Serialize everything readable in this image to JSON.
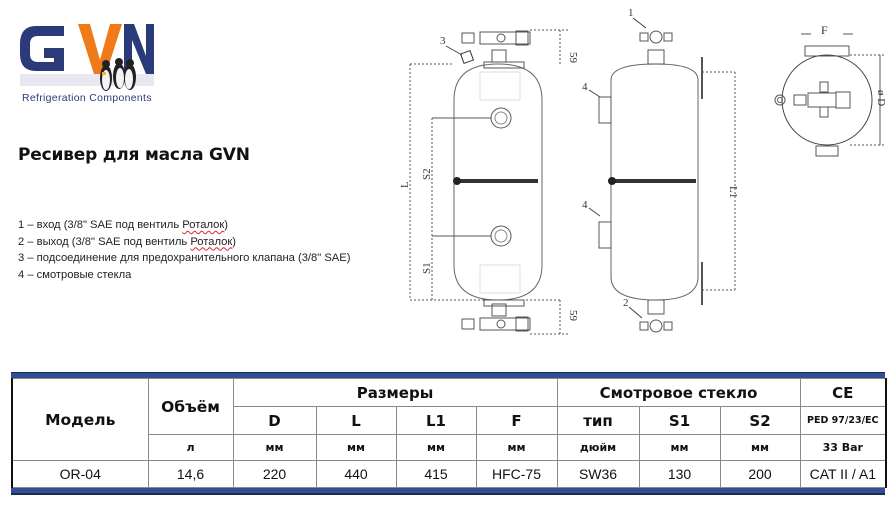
{
  "logo": {
    "brand": "GVN",
    "tagline": "Refrigeration Components",
    "colors": {
      "blue": "#2b3b7a",
      "orange": "#f07a1a"
    }
  },
  "title": "Ресивер для масла GVN",
  "legend": [
    {
      "num": "1",
      "text_before": " – вход (3/8\" SAE под вентиль ",
      "squiggle": "Роталок",
      "text_after": ")"
    },
    {
      "num": "2",
      "text_before": " – выход (3/8\" SAE под вентиль ",
      "squiggle": "Роталок",
      "text_after": ")"
    },
    {
      "num": "3",
      "text_before": " – подсоединение для предохранительного клапана (3/8\" SAE)",
      "squiggle": "",
      "text_after": ""
    },
    {
      "num": "4",
      "text_before": " – смотровые стекла",
      "squiggle": "",
      "text_after": ""
    }
  ],
  "drawing": {
    "callouts": [
      "1",
      "2",
      "3",
      "4",
      "4"
    ],
    "dimensions": {
      "L": "L",
      "L1": "L1",
      "S1": "S1",
      "S2": "S2",
      "top_59": "59",
      "bottom_59": "59",
      "F": "F",
      "D": "ø D"
    }
  },
  "table": {
    "headers": {
      "model": "Модель",
      "volume": "Объём",
      "dimensions": "Размеры",
      "sight_glass": "Смотровое стекло",
      "ce": "CE"
    },
    "subheaders": {
      "D": "D",
      "L": "L",
      "L1": "L1",
      "F": "F",
      "type": "тип",
      "S1": "S1",
      "S2": "S2",
      "ped": "PED 97/23/EC"
    },
    "units": {
      "volume": "л",
      "D": "мм",
      "L": "мм",
      "L1": "мм",
      "F": "мм",
      "type": "дюйм",
      "S1": "мм",
      "S2": "мм",
      "pressure": "33 Bar"
    },
    "rows": [
      {
        "model": "OR-04",
        "volume": "14,6",
        "D": "220",
        "L": "440",
        "L1": "415",
        "F": "HFC-75",
        "type": "SW36",
        "S1": "130",
        "S2": "200",
        "ce": "CAT II / A1"
      }
    ],
    "colors": {
      "bar": "#2f4f95"
    }
  }
}
